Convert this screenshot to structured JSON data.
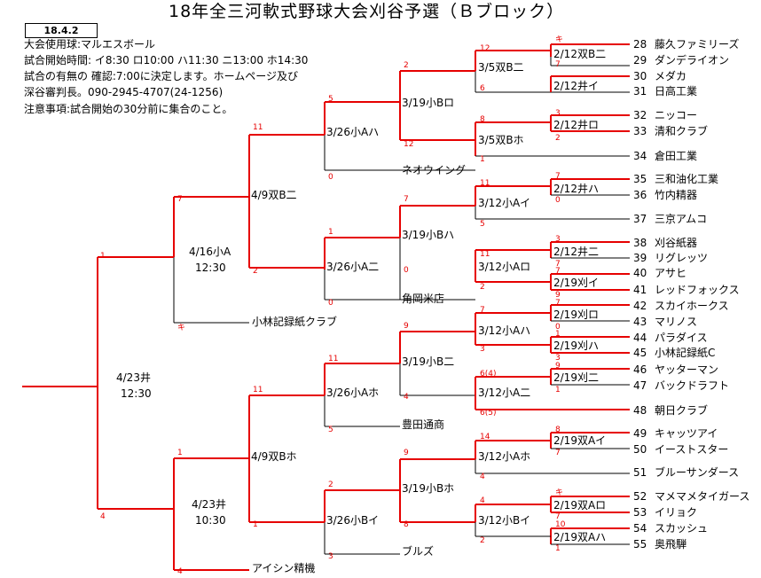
{
  "title": "18年全三河軟式野球大会刈谷予選（Ｂブロック）",
  "date_box": "18.4.2",
  "info": [
    "大会使用球:マルエスボール",
    "試合開始時間: イ8:30  ロ10:00  ハ11:30  ニ13:00  ホ14:30",
    "試合の有無の 確認:7:00に決定します。ホームページ及び",
    "深谷審判長。090-2945-4707(24-1256)",
    "注意事項:試合開始の30分前に集合のこと。"
  ],
  "teams": [
    {
      "num": "28",
      "name": "藤久ファミリーズ"
    },
    {
      "num": "29",
      "name": "ダンデライオン"
    },
    {
      "num": "30",
      "name": "メダカ"
    },
    {
      "num": "31",
      "name": "日高工業"
    },
    {
      "num": "32",
      "name": "ニッコー"
    },
    {
      "num": "33",
      "name": "清和クラブ"
    },
    {
      "num": "34",
      "name": "倉田工業"
    },
    {
      "num": "35",
      "name": "三和油化工業"
    },
    {
      "num": "36",
      "name": "竹内精器"
    },
    {
      "num": "37",
      "name": "三京アムコ"
    },
    {
      "num": "38",
      "name": "刈谷紙器"
    },
    {
      "num": "39",
      "name": "リグレッツ"
    },
    {
      "num": "40",
      "name": "アサヒ"
    },
    {
      "num": "41",
      "name": "レッドフォックス"
    },
    {
      "num": "42",
      "name": "スカイホークス"
    },
    {
      "num": "43",
      "name": "マリノス"
    },
    {
      "num": "44",
      "name": "パラダイス"
    },
    {
      "num": "45",
      "name": "小林記録紙C"
    },
    {
      "num": "46",
      "name": "ヤッターマン"
    },
    {
      "num": "47",
      "name": "バックドラフト"
    },
    {
      "num": "48",
      "name": "朝日クラブ"
    },
    {
      "num": "49",
      "name": "キャッツアイ"
    },
    {
      "num": "50",
      "name": "イーストスター"
    },
    {
      "num": "51",
      "name": "ブルーサンダース"
    },
    {
      "num": "52",
      "name": "マメマメタイガース"
    },
    {
      "num": "53",
      "name": "イリョク"
    },
    {
      "num": "54",
      "name": "スカッシュ"
    },
    {
      "num": "55",
      "name": "奥飛騨"
    }
  ],
  "side_teams": {
    "neo_wings": "ネオウイング ",
    "tsunooka": "角岡米店",
    "kobayashi": "小林記録紙クラブ",
    "toyota": "豊田通商",
    "bulls": "ブルズ",
    "aisin": "アイシン精機"
  },
  "match_labels": {
    "m_212b2": "2/12双B二",
    "m_212i_i": "2/12井イ",
    "m_212i_ro": "2/12井ロ",
    "m_212i_ha": "2/12井ハ",
    "m_212i_ni": "2/12井二",
    "m_219k_i": "2/19刈イ",
    "m_219k_ro": "2/19刈ロ",
    "m_219k_ha": "2/19刈ハ",
    "m_219k_ni": "2/19刈二",
    "m_219sa_i": "2/19双Aイ",
    "m_219sa_ro": "2/19双Aロ",
    "m_219sa_ha": "2/19双Aハ",
    "m_35b2": "3/5双B二",
    "m_35bho": "3/5双Bホ",
    "m_312a_i": "3/12小Aイ",
    "m_312a_ro": "3/12小Aロ",
    "m_312a_ha": "3/12小Aハ",
    "m_312a_ni": "3/12小A二",
    "m_312a_ho": "3/12小Aホ",
    "m_312b_i": "3/12小Bイ",
    "m_319b_ro": "3/19小Bロ",
    "m_319b_ha": "3/19小Bハ",
    "m_319b_ni": "3/19小B二",
    "m_319b_ho": "3/19小Bホ",
    "m_326a_ha": "3/26小Aハ",
    "m_326a_ni": "3/26小A二",
    "m_326a_ho": "3/26小Aホ",
    "m_326b_i": "3/26小Bイ",
    "m_49b2": "4/9双B二",
    "m_49bho": "4/9双Bホ",
    "m_416a": "4/16小A",
    "m_416a_time": "12:30",
    "m_423i_a": "4/23井",
    "m_423i_a_time": "10:30",
    "m_423i_final": "4/23井",
    "m_423i_final_time": "12:30"
  },
  "scores": {
    "s_28": "キ",
    "s_29": "7",
    "s_12a": "12",
    "s_6a": "6",
    "s_2a": "2",
    "s_12b": "12",
    "s_5a": "5",
    "s_0a": "0",
    "s_32": "3",
    "s_33": "2",
    "s_8a": "8",
    "s_1a": "1",
    "s_35": "7",
    "s_36": "0",
    "s_11c": "11",
    "s_5c": "5",
    "s_7c": "7",
    "s_0c": "0",
    "s_1c": "1",
    "s_0d": "0",
    "s_38": "3",
    "s_39": "7",
    "s_40": "7",
    "s_41": "9",
    "s_11d": "11",
    "s_2d": "2",
    "s_11e": "11",
    "s_2e": "2",
    "s_7e": "7",
    "s_kie": "キ",
    "s_1f": "1",
    "s_7g": "7",
    "s_3g": "3",
    "s_42": "7",
    "s_43": "0",
    "s_44": "1",
    "s_45": "3",
    "s_9g": "9",
    "s_11g": "11",
    "s_4g": "4",
    "s_46": "9",
    "s_47": "1",
    "s_6_4": "6(4)",
    "s_6_5": "6(5)",
    "s_11h": "11",
    "s_5h": "5",
    "s_1h": "1",
    "s_4h": "4",
    "s_49": "8",
    "s_50": "7",
    "s_14": "14",
    "s_4i": "4",
    "s_9i": "9",
    "s_2i": "2",
    "s_52": "キ",
    "s_53": "7",
    "s_54": "10",
    "s_55": "1",
    "s_4j": "4",
    "s_2j": "2",
    "s_8j": "8",
    "s_1j": "1",
    "s_3j": "3",
    "s_4k": "4"
  },
  "colors": {
    "winner": "#e60000",
    "loser": "#000000"
  }
}
